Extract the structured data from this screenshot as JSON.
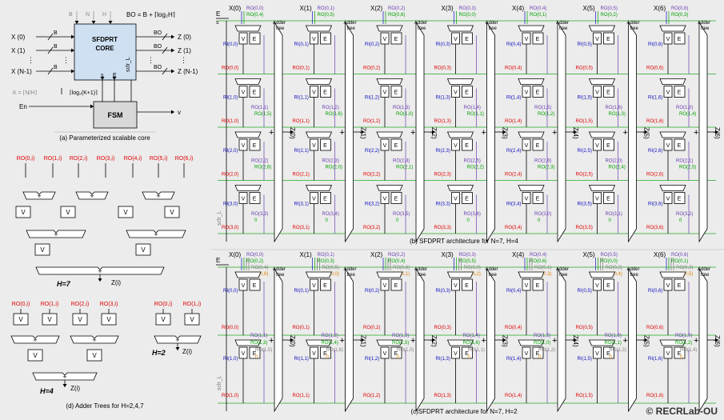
{
  "copyright": "© RECRLab-OU",
  "core_block": {
    "title_line1": "SFDPRT",
    "title_line2": "CORE",
    "s_label": "s",
    "e_label": "E",
    "sclr_label": "sclr_L",
    "fsm_label": "FSM",
    "inputs": [
      "X (0)",
      "X (1)",
      "X (N-1)"
    ],
    "outputs": [
      "Z (0)",
      "Z (1)",
      "Z (N-1)"
    ],
    "b_labels": [
      "B",
      "N",
      "H"
    ],
    "bo_label": "BO",
    "bo_formula": "BO = B + ⌈log₂H⌉",
    "k_formula": "K = ⌈N/H⌉",
    "log_label": "⌈log₂(K+1)⌉",
    "en_label": "En",
    "v_label": "v",
    "caption": "(a) Parameterized scalable core"
  },
  "adder_trees": {
    "h7": {
      "label": "H=7",
      "inputs": [
        "RO(0,i)",
        "RO(1,i)",
        "RO(2,i)",
        "RO(3,i)",
        "RO(4,i)",
        "RO(5,i)",
        "RO(6,i)"
      ],
      "output": "Z(i)"
    },
    "h4": {
      "label": "H=4",
      "inputs": [
        "RO(0,i)",
        "RO(1,i)",
        "RO(2,i)",
        "RO(3,i)"
      ],
      "output": "Z(i)"
    },
    "h2": {
      "label": "H=2",
      "inputs": [
        "RO(0,i)",
        "RO(1,i)"
      ],
      "output": "Z(i)"
    },
    "caption": "(d) Adder Trees for H=2,4,7"
  },
  "arch_b": {
    "caption": "(b) SFDPRT  architecture for N=7, H=4",
    "x_labels": [
      "X(0)",
      "X(1)",
      "X(2)",
      "X(3)",
      "X(4)",
      "X(5)",
      "X(6)"
    ],
    "z_labels": [
      "Z(0)",
      "Z(1)",
      "Z(2)",
      "Z(3)",
      "Z(4)",
      "Z(5)",
      "Z(6)"
    ],
    "adder_tree_label": [
      "Adder",
      "tree"
    ],
    "e_label": "E",
    "s_label": "s",
    "sclr_label": "sclr_L",
    "v_label": "V",
    "plus_label": "+",
    "top_ro": [
      [
        "RO(0,0)",
        "RO(0,4)"
      ],
      [
        "RO(0,1)",
        "RO(0,5)"
      ],
      [
        "RO(0,2)",
        "RO(0,6)"
      ],
      [
        "RO(0,3)",
        "RO(0,0)"
      ],
      [
        "RO(0,4)",
        "RO(0,1)"
      ],
      [
        "RO(0,5)",
        "RO(0,2)"
      ],
      [
        "RO(0,6)",
        "RO(0,3)"
      ]
    ],
    "ri": [
      [
        "RI(0,0)",
        "RI(0,1)",
        "RI(0,2)",
        "RI(0,3)",
        "RI(0,4)",
        "RI(0,5)",
        "RI(0,6)"
      ],
      [
        "RI(1,0)",
        "RI(1,1)",
        "RI(1,2)",
        "RI(1,3)",
        "RI(1,4)",
        "RI(1,5)",
        "RI(1,6)"
      ],
      [
        "RI(2,0)",
        "RI(2,1)",
        "RI(2,2)",
        "RI(2,3)",
        "RI(2,4)",
        "RI(2,5)",
        "RI(2,6)"
      ],
      [
        "RI(3,0)",
        "RI(3,1)",
        "RI(3,2)",
        "RI(3,3)",
        "RI(3,4)",
        "RI(3,5)",
        "RI(3,6)"
      ]
    ],
    "ro_left": [
      [
        "RO(0,0)",
        "RO(0,1)",
        "RO(0,2)",
        "RO(0,3)",
        "RO(0,4)",
        "RO(0,5)",
        "RO(0,6)"
      ],
      [
        "RO(1,0)",
        "RO(1,1)",
        "RO(1,2)",
        "RO(1,3)",
        "RO(1,4)",
        "RO(1,5)",
        "RO(1,6)"
      ],
      [
        "RO(2,0)",
        "RO(2,1)",
        "RO(2,2)",
        "RO(2,3)",
        "RO(2,4)",
        "RO(2,5)",
        "RO(2,6)"
      ],
      [
        "RO(3,0)",
        "RO(3,1)",
        "RO(3,2)",
        "RO(3,3)",
        "RO(3,4)",
        "RO(3,5)",
        "RO(3,6)"
      ]
    ],
    "mid_ro": [
      [
        [
          "RO(1,1)",
          "RO(1,5)"
        ],
        [
          "RO(1,2)",
          "RO(1,6)"
        ],
        [
          "RO(1,3)",
          "RO(1,0)"
        ],
        [
          "RO(1,4)",
          "RO(1,1)"
        ],
        [
          "RO(1,5)",
          "RO(1,2)"
        ],
        [
          "RO(1,6)",
          "RO(1,3)"
        ],
        [
          "RO(1,0)",
          "RO(1,4)"
        ]
      ],
      [
        [
          "RO(2,2)",
          "RO(2,6)"
        ],
        [
          "RO(2,3)",
          "RO(2,0)"
        ],
        [
          "RO(2,4)",
          "RO(2,1)"
        ],
        [
          "RO(2,5)",
          "RO(2,2)"
        ],
        [
          "RO(2,6)",
          "RO(2,3)"
        ],
        [
          "RO(2,0)",
          "RO(2,4)"
        ],
        [
          "RO(2,1)",
          "RO(2,5)"
        ]
      ],
      [
        [
          "RO(3,3)",
          "0"
        ],
        [
          "RO(3,4)",
          "0"
        ],
        [
          "RO(3,5)",
          "0"
        ],
        [
          "RO(3,6)",
          "0"
        ],
        [
          "RO(3,0)",
          "0"
        ],
        [
          "RO(3,1)",
          "0"
        ],
        [
          "RO(3,2)",
          "0"
        ]
      ]
    ]
  },
  "arch_c": {
    "caption": "(c)SFDPRT  architecture for N=7, H=2",
    "x_labels": [
      "X(0)",
      "X(1)",
      "X(2)",
      "X(3)",
      "X(4)",
      "X(5)",
      "X(6)"
    ],
    "z_labels": [
      "Z(0)",
      "Z(1)",
      "Z(2)",
      "Z(3)",
      "Z(4)",
      "Z(5)",
      "Z(6)"
    ],
    "top_ro": [
      [
        "RO(0,0)",
        "RO(0,2)",
        "RO(0,4)",
        "RO(0,6)"
      ],
      [
        "RO(0,1)",
        "RO(0,3)",
        "RO(0,5)",
        "RO(0,0)"
      ],
      [
        "RO(0,2)",
        "RO(0,4)",
        "RO(0,6)",
        "RO(0,1)"
      ],
      [
        "RO(0,3)",
        "RO(0,5)",
        "RO(0,0)",
        "RO(0,2)"
      ],
      [
        "RO(0,4)",
        "RO(0,6)",
        "RO(0,1)",
        "RO(0,3)"
      ],
      [
        "RO(0,5)",
        "RO(0,0)",
        "RO(0,2)",
        "RO(0,4)"
      ],
      [
        "RO(0,6)",
        "RO(0,1)",
        "RO(0,3)",
        "RO(0,5)"
      ]
    ],
    "ri": [
      [
        "RI(0,0)",
        "RI(0,1)",
        "RI(0,2)",
        "RI(0,3)",
        "RI(0,4)",
        "RI(0,5)",
        "RI(0,6)"
      ],
      [
        "RI(1,0)",
        "RI(1,1)",
        "RI(1,2)",
        "RI(1,3)",
        "RI(1,4)",
        "RI(1,5)",
        "RI(1,6)"
      ]
    ],
    "ro_left": [
      [
        "RO(0,0)",
        "RO(0,1)",
        "RO(0,2)",
        "RO(0,3)",
        "RO(0,4)",
        "RO(0,5)",
        "RO(0,6)"
      ],
      [
        "RO(1,0)",
        "RO(1,1)",
        "RO(1,2)",
        "RO(1,3)",
        "RO(1,4)",
        "RO(1,5)",
        "RO(1,6)"
      ]
    ],
    "mid_ro": [
      [
        "RO(1,1)",
        "RO(1,3)",
        "RO(1,5)",
        "0"
      ],
      [
        "RO(1,2)",
        "RO(1,4)",
        "RO(1,6)",
        "0"
      ],
      [
        "RO(1,3)",
        "RO(1,5)",
        "RO(1,0)",
        "0"
      ],
      [
        "RO(1,4)",
        "RO(1,6)",
        "RO(1,1)",
        "0"
      ],
      [
        "RO(1,5)",
        "RO(1,0)",
        "RO(1,2)",
        "0"
      ],
      [
        "RO(1,6)",
        "RO(1,1)",
        "RO(1,3)",
        "0"
      ],
      [
        "RO(1,0)",
        "RO(1,2)",
        "RO(1,4)",
        "0"
      ]
    ]
  },
  "colors": {
    "background": "#ececec",
    "ro_red": "#e00000",
    "ri_blue": "#1010c0",
    "green": "#00a000",
    "gray": "#808080",
    "orange": "#e08000",
    "purple": "#6a3fb0",
    "green_line": "#22aa22",
    "core_fill": "#cfe0f2",
    "box_fill": "#ffffff",
    "line": "#000000"
  }
}
